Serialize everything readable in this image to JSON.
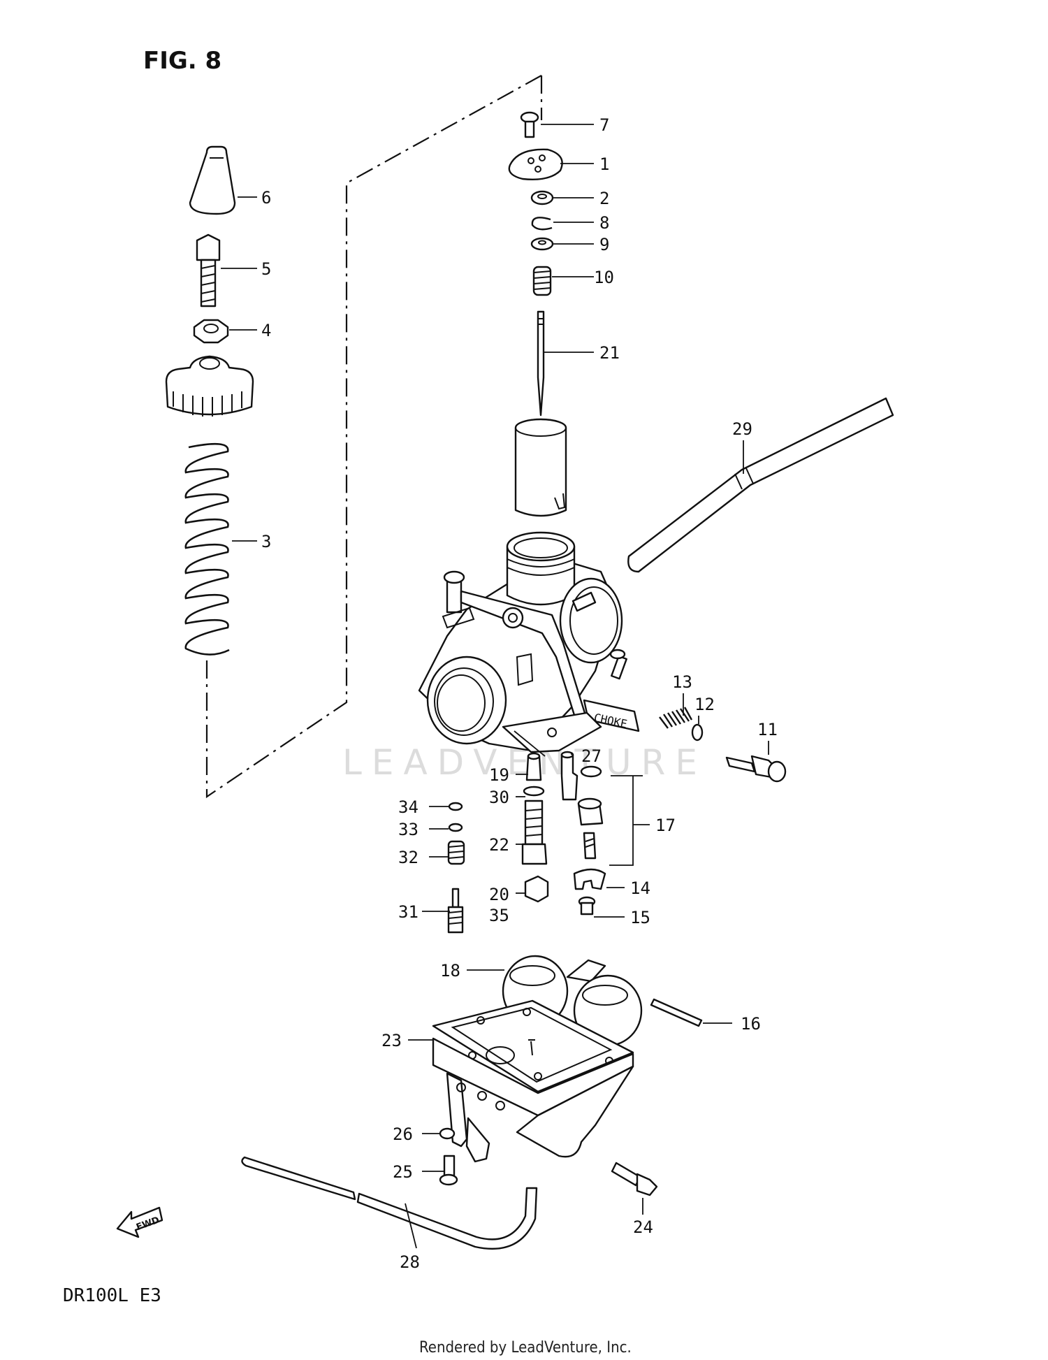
{
  "figure_title": "FIG. 8",
  "model_code": "DR100L E3",
  "watermark": "LEADVENTURE",
  "footer": "Rendered by LeadVenture, Inc.",
  "fwd_arrow_label": "FWD",
  "choke_text": "CHOKE",
  "callouts": [
    {
      "id": "c7",
      "label": "7"
    },
    {
      "id": "c1",
      "label": "1"
    },
    {
      "id": "c2",
      "label": "2"
    },
    {
      "id": "c8",
      "label": "8"
    },
    {
      "id": "c9",
      "label": "9"
    },
    {
      "id": "c10",
      "label": "10"
    },
    {
      "id": "c21",
      "label": "21"
    },
    {
      "id": "c6",
      "label": "6"
    },
    {
      "id": "c5",
      "label": "5"
    },
    {
      "id": "c4",
      "label": "4"
    },
    {
      "id": "c3",
      "label": "3"
    },
    {
      "id": "c29",
      "label": "29"
    },
    {
      "id": "c13",
      "label": "13"
    },
    {
      "id": "c12",
      "label": "12"
    },
    {
      "id": "c11",
      "label": "11"
    },
    {
      "id": "c27",
      "label": "27"
    },
    {
      "id": "c19",
      "label": "19"
    },
    {
      "id": "c30",
      "label": "30"
    },
    {
      "id": "c17",
      "label": "17"
    },
    {
      "id": "c34",
      "label": "34"
    },
    {
      "id": "c33",
      "label": "33"
    },
    {
      "id": "c32",
      "label": "32"
    },
    {
      "id": "c22",
      "label": "22"
    },
    {
      "id": "c31",
      "label": "31"
    },
    {
      "id": "c20",
      "label": "20"
    },
    {
      "id": "c35",
      "label": "35"
    },
    {
      "id": "c14",
      "label": "14"
    },
    {
      "id": "c15",
      "label": "15"
    },
    {
      "id": "c18",
      "label": "18"
    },
    {
      "id": "c16",
      "label": "16"
    },
    {
      "id": "c23",
      "label": "23"
    },
    {
      "id": "c26",
      "label": "26"
    },
    {
      "id": "c25",
      "label": "25"
    },
    {
      "id": "c24",
      "label": "24"
    },
    {
      "id": "c28",
      "label": "28"
    }
  ]
}
